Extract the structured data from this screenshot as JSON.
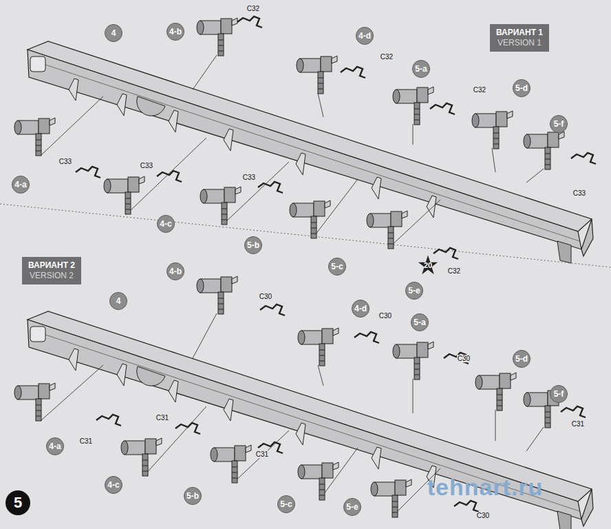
{
  "diagram": {
    "nodes": [
      {
        "text": [
          "ВАРИАНТ 1",
          "VERSION 1"
        ]
      },
      {
        "text": [
          "4"
        ]
      },
      {
        "text": [
          "4-b"
        ]
      },
      {
        "text": [
          "4-d"
        ]
      },
      {
        "text": [
          "5-a"
        ]
      },
      {
        "text": [
          "5-d"
        ]
      },
      {
        "text": [
          "5-f"
        ]
      },
      {
        "text": [
          "4-a"
        ]
      },
      {
        "text": [
          "4-c"
        ]
      },
      {
        "text": [
          "5-b"
        ]
      },
      {
        "text": [
          "5-c"
        ]
      },
      {
        "text": [
          "20"
        ]
      },
      {
        "text": [
          "5-e"
        ]
      },
      {
        "text": [
          "ВАРИАНТ 2",
          "VERSION 2"
        ]
      },
      {
        "text": [
          "4-b"
        ]
      },
      {
        "text": [
          "4"
        ]
      },
      {
        "text": [
          "4-d"
        ]
      },
      {
        "text": [
          "5-a"
        ]
      },
      {
        "text": [
          "5-d"
        ]
      },
      {
        "text": [
          "5-f"
        ]
      },
      {
        "text": [
          "4-a"
        ]
      },
      {
        "text": [
          "4-c"
        ]
      },
      {
        "text": [
          "5-b"
        ]
      },
      {
        "text": [
          "5-c"
        ]
      },
      {
        "text": [
          "5-e"
        ]
      },
      {
        "text": [
          "5"
        ]
      }
    ],
    "labels": [
      "C32",
      "C32",
      "C32",
      "C33",
      "C33",
      "C33",
      "C33",
      "C32",
      "C30",
      "C30",
      "C30",
      "C31",
      "C31",
      "C31",
      "C31",
      "C30",
      "tehnart.ru"
    ]
  }
}
